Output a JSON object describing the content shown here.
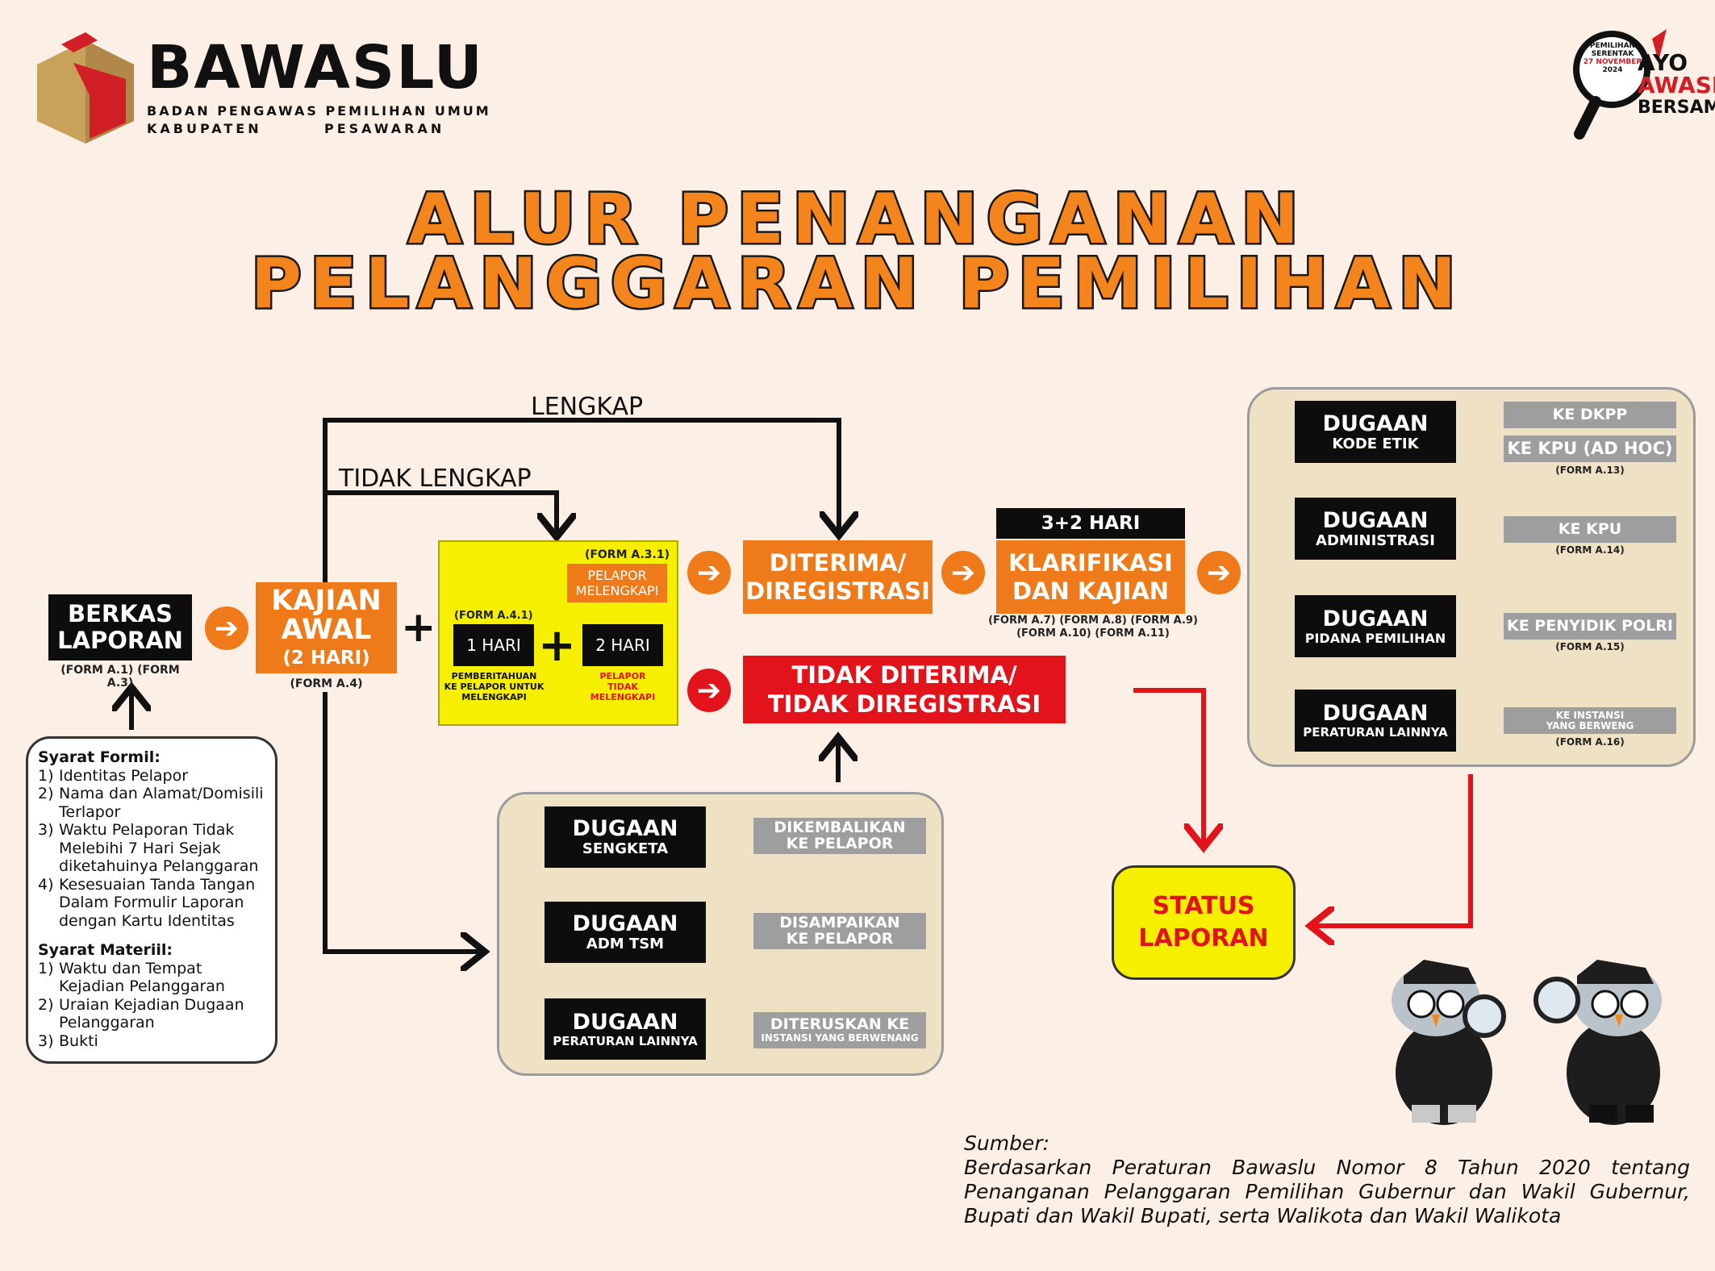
{
  "header": {
    "org_name": "BAWASLU",
    "org_sub1": "BADAN PENGAWAS PEMILIHAN UMUM",
    "org_sub2_a": "KABUPATEN",
    "org_sub2_b": "PESAWARAN",
    "badge_lines": [
      "PEMILIHAN",
      "SERENTAK",
      "27 NOVEMBER",
      "2024"
    ],
    "slogan": [
      "AYO",
      "AWASI",
      "BERSAMA"
    ]
  },
  "title": [
    "ALUR PENANGANAN",
    "PELANGGARAN PEMILIHAN"
  ],
  "flow": {
    "lengkap": "LENGKAP",
    "tidak_lengkap": "TIDAK LENGKAP",
    "berkas": {
      "line1": "BERKAS",
      "line2": "LAPORAN",
      "form": "(FORM A.1) (FORM A.3)"
    },
    "kajian": {
      "line1": "KAJIAN",
      "line2": "AWAL",
      "line3": "(2 HARI)",
      "form": "(FORM A.4)"
    },
    "yellow": {
      "form_a31": "(FORM A.3.1)",
      "pelapor_melengkapi": [
        "PELAPOR",
        "MELENGKAPI"
      ],
      "form_a41": "(FORM A.4.1)",
      "satu_hari": "1 HARI",
      "dua_hari": "2 HARI",
      "pemberitahuan": [
        "PEMBERITAHUAN",
        "KE PELAPOR UNTUK",
        "MELENGKAPI"
      ],
      "tidak_melengkapi": [
        "PELAPOR",
        "TIDAK",
        "MELENGKAPI"
      ]
    },
    "diterima": [
      "DITERIMA/",
      "DIREGISTRASI"
    ],
    "tidak_diterima": [
      "TIDAK DITERIMA/",
      "TIDAK DIREGISTRASI"
    ],
    "hari_label": "3+2 HARI",
    "klarifikasi": [
      "KLARIFIKASI",
      "DAN KAJIAN"
    ],
    "klarifikasi_forms": [
      "(FORM A.7) (FORM A.8) (FORM A.9)",
      "(FORM A.10) (FORM A.11)"
    ],
    "status": [
      "STATUS",
      "LAPORAN"
    ]
  },
  "right_panel": [
    {
      "title": "DUGAAN",
      "sub": "KODE ETIK",
      "targets": [
        "KE DKPP",
        "KE KPU (AD HOC)"
      ],
      "form": "(FORM A.13)"
    },
    {
      "title": "DUGAAN",
      "sub": "ADMINISTRASI",
      "targets": [
        "KE KPU"
      ],
      "form": "(FORM A.14)"
    },
    {
      "title": "DUGAAN",
      "sub": "PIDANA PEMILIHAN",
      "targets": [
        "KE PENYIDIK POLRI"
      ],
      "form": "(FORM A.15)"
    },
    {
      "title": "DUGAAN",
      "sub": "PERATURAN LAINNYA",
      "targets": [
        "KE INSTANSI\nYANG BERWENG"
      ],
      "form": "(FORM A.16)"
    }
  ],
  "bottom_panel": [
    {
      "title": "DUGAAN",
      "sub": "SENGKETA",
      "result": [
        "DIKEMBALIKAN",
        "KE PELAPOR"
      ]
    },
    {
      "title": "DUGAAN",
      "sub": "ADM TSM",
      "result": [
        "DISAMPAIKAN",
        "KE PELAPOR"
      ]
    },
    {
      "title": "DUGAAN",
      "sub": "PERATURAN LAINNYA",
      "result": [
        "DITERUSKAN KE",
        "INSTANSI YANG BERWENANG"
      ]
    }
  ],
  "syarat": {
    "formil_title": "Syarat Formil:",
    "formil": [
      {
        "n": "1)",
        "t": "Identitas Pelapor"
      },
      {
        "n": "2)",
        "t": "Nama dan Alamat/Domisili Terlapor"
      },
      {
        "n": "3)",
        "t": "Waktu Pelaporan Tidak Melebihi 7 Hari Sejak diketahuinya Pelanggaran"
      },
      {
        "n": "4)",
        "t": "Kesesuaian Tanda Tangan Dalam Formulir Laporan dengan Kartu Identitas"
      }
    ],
    "materiil_title": "Syarat Materiil:",
    "materiil": [
      {
        "n": "1)",
        "t": "Waktu dan Tempat Kejadian Pelanggaran"
      },
      {
        "n": "2)",
        "t": "Uraian Kejadian Dugaan Pelanggaran"
      },
      {
        "n": "3)",
        "t": "Bukti"
      }
    ]
  },
  "source": {
    "label": "Sumber:",
    "lines": [
      "Berdasarkan Peraturan Bawaslu Nomor 8 Tahun 2020 tentang",
      "Penanganan Pelanggaran Pemilihan Gubernur dan Wakil Gubernur,",
      "Bupati dan Wakil Bupati, serta Walikota dan Wakil Walikota"
    ]
  },
  "colors": {
    "orange": "#ef7a1a",
    "red": "#e3131b",
    "yellow": "#f7ef00",
    "black": "#0d0d0d",
    "gray": "#9e9e9e",
    "panel": "#efe1c4",
    "bg": "#fbefe6"
  }
}
